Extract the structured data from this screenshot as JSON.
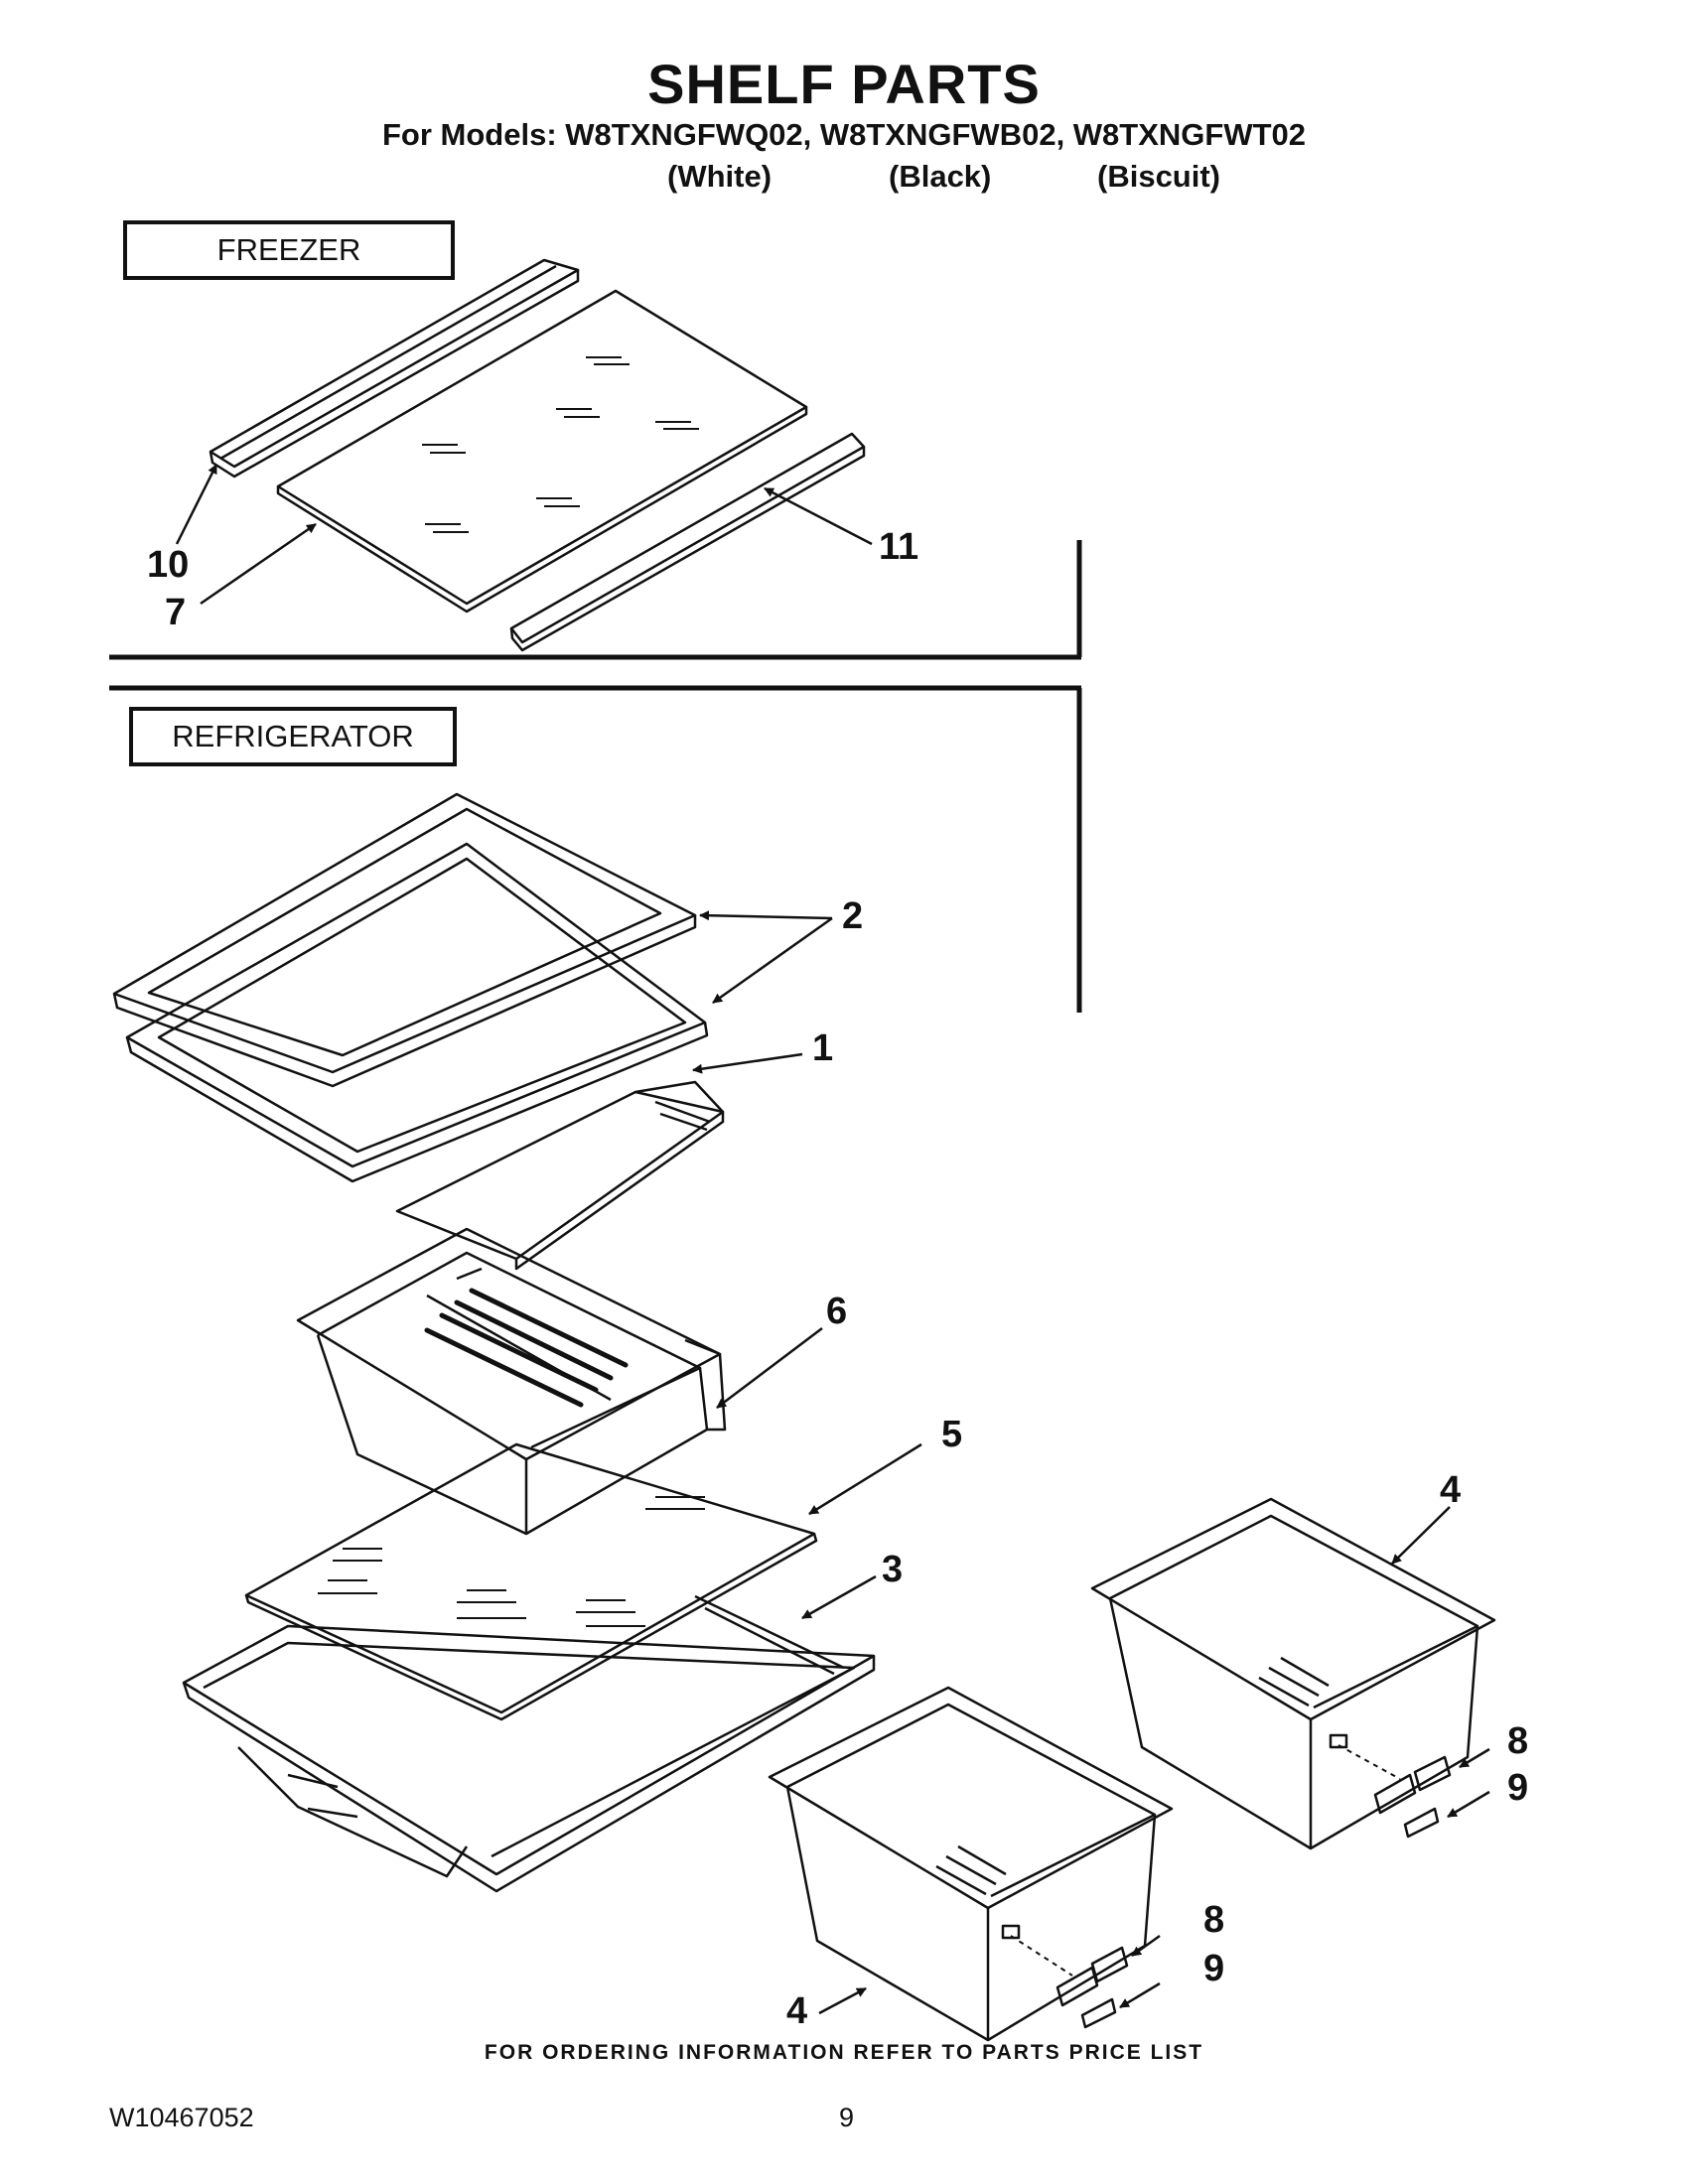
{
  "header": {
    "title": "SHELF PARTS",
    "models_line": "For Models: W8TXNGFWQ02, W8TXNGFWB02, W8TXNGFWT02",
    "colors": [
      "(White)",
      "(Black)",
      "(Biscuit)"
    ]
  },
  "sections": {
    "freezer": "FREEZER",
    "refrigerator": "REFRIGERATOR"
  },
  "callouts": {
    "c10": "10",
    "c7": "7",
    "c11": "11",
    "c2": "2",
    "c1": "1",
    "c6": "6",
    "c5": "5",
    "c3": "3",
    "c4a": "4",
    "c8a": "8",
    "c9a": "9",
    "c8b": "8",
    "c9b": "9",
    "c4b": "4"
  },
  "footer": {
    "note": "FOR ORDERING INFORMATION REFER TO PARTS PRICE LIST",
    "doc_number": "W10467052",
    "page": "9"
  }
}
